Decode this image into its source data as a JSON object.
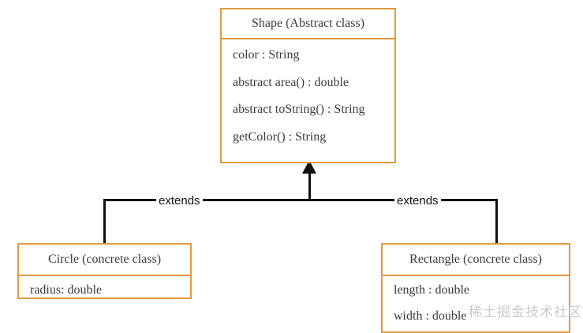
{
  "diagram": {
    "type": "uml-class-diagram",
    "relationship_label": "extends",
    "border_color": "#e09a3e",
    "text_color": "#3a3a3a",
    "line_color": "#111111"
  },
  "classes": {
    "shape": {
      "title": "Shape (Abstract class)",
      "members": [
        "color : String",
        "abstract area() : double",
        "abstract toString() : String",
        "getColor() : String"
      ]
    },
    "circle": {
      "title": "Circle (concrete class)",
      "members": [
        "radius: double"
      ]
    },
    "rectangle": {
      "title": "Rectangle (concrete class)",
      "members": [
        "length : double",
        "width : double"
      ]
    }
  },
  "edges": {
    "circle_to_shape": "extends",
    "rectangle_to_shape": "extends"
  },
  "watermark": {
    "text": "稀土掘金技术社区"
  }
}
